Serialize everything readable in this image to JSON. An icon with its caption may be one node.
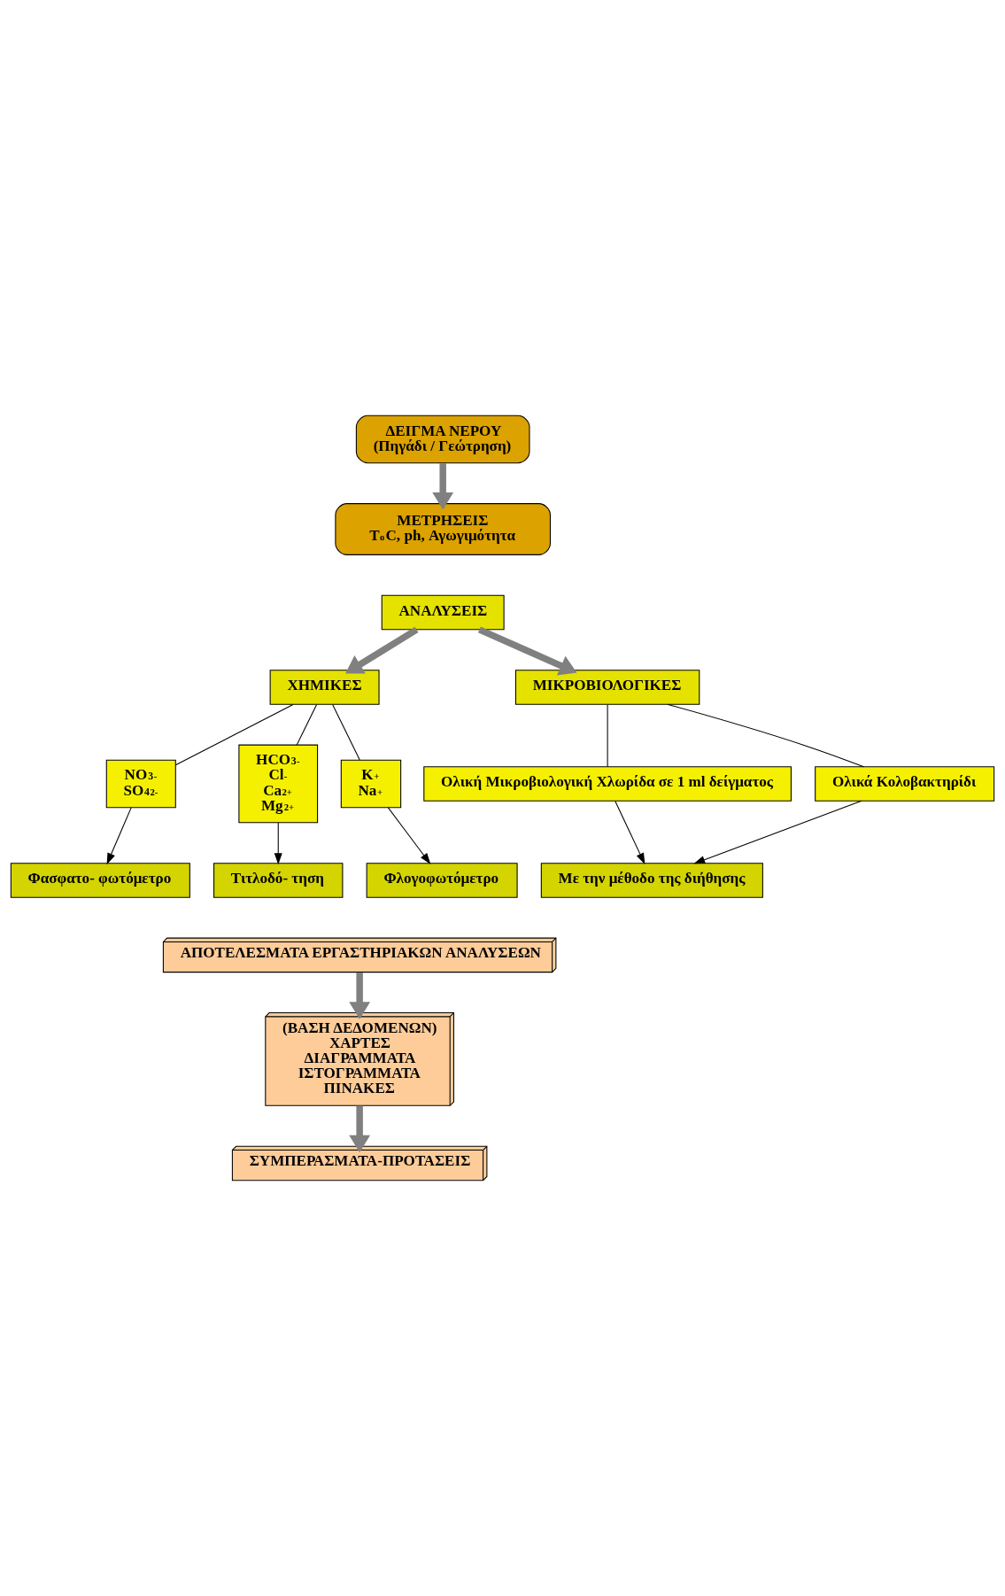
{
  "diagram": {
    "nodes": [
      {
        "text": [
          "ΔΕΙΓΜΑ ΝΕΡΟΥ",
          "(Πηγάδι / Γεώτρηση)"
        ]
      },
      {
        "text": [
          "ΜΕΤΡΗΣΕΙΣ",
          "T$^{o}$C, ph, Αγωγιμότητα"
        ]
      },
      {
        "text": [
          "ΑΝΑΛΥΣΕΙΣ"
        ]
      },
      {
        "text": [
          "ΧΗΜΙΚΕΣ"
        ]
      },
      {
        "text": [
          "ΜΙΚΡΟΒΙΟΛΟΓΙΚΕΣ"
        ]
      },
      {
        "text": [
          "NO$_{3}$$^{-}$",
          "SO$_{4}$$^{2-}$"
        ]
      },
      {
        "text": [
          "HCO$_{3}$$^{-}$",
          "Cl$^{-}$",
          "Ca$^{2+}$",
          "Mg$^{2+}$"
        ]
      },
      {
        "text": [
          "K$^{+}$",
          "Na$^{+}$"
        ]
      },
      {
        "text": [
          "Ολική Μικροβιολογική Χλωρίδα σε 1 ml δείγματος"
        ]
      },
      {
        "text": [
          "Ολικά Κολοβακτηρίδι"
        ]
      },
      {
        "text": [
          "Φασφατο- φωτόμετρο"
        ]
      },
      {
        "text": [
          "Τιτλοδό- τηση"
        ]
      },
      {
        "text": [
          "Φλογοφωτόμετρο"
        ]
      },
      {
        "text": [
          "Με την μέθοδο της διήθησης"
        ]
      },
      {
        "text": [
          "ΑΠΟΤΕΛΕΣΜΑΤΑ ΕΡΓΑΣΤΗΡΙΑΚΩΝ ΑΝΑΛΥΣΕΩΝ"
        ]
      },
      {
        "text": [
          "(ΒΑΣΗ ΔΕΔΟΜΕΝΩΝ)",
          "ΧΑΡΤΕΣ",
          "ΔΙΑΓΡΑΜΜΑΤΑ",
          "ΙΣΤΟΓΡΑΜΜΑΤΑ",
          "ΠΙΝΑΚΕΣ"
        ]
      },
      {
        "text": [
          "ΣΥΜΠΕΡΑΣΜΑΤΑ-ΠΡΟΤΑΣΕΙΣ"
        ]
      }
    ],
    "edges": [
      {
        "from": 0,
        "to": 1,
        "arrow": "to",
        "style": "thick",
        "color": "#808080"
      },
      {
        "from": 2,
        "to": 3,
        "arrow": "to",
        "style": "thick",
        "color": "#808080"
      },
      {
        "from": 2,
        "to": 4,
        "arrow": "to",
        "style": "thick",
        "color": "#808080"
      },
      {
        "from": 3,
        "to": 5,
        "arrow": "none"
      },
      {
        "from": 3,
        "to": 6,
        "arrow": "none"
      },
      {
        "from": 3,
        "to": 7,
        "arrow": "none"
      },
      {
        "from": 4,
        "to": 8,
        "arrow": "none"
      },
      {
        "from": 4,
        "to": 9,
        "arrow": "none"
      },
      {
        "from": 5,
        "to": 10,
        "arrow": "to"
      },
      {
        "from": 6,
        "to": 11,
        "arrow": "to"
      },
      {
        "from": 7,
        "to": 12,
        "arrow": "to"
      },
      {
        "from": 8,
        "to": 13,
        "arrow": "to"
      },
      {
        "from": 9,
        "to": 13,
        "arrow": "to"
      },
      {
        "from": 14,
        "to": 15,
        "arrow": "to",
        "style": "thick",
        "color": "#808080"
      },
      {
        "from": 15,
        "to": 16,
        "arrow": "to",
        "style": "thick",
        "color": "#808080"
      }
    ]
  }
}
